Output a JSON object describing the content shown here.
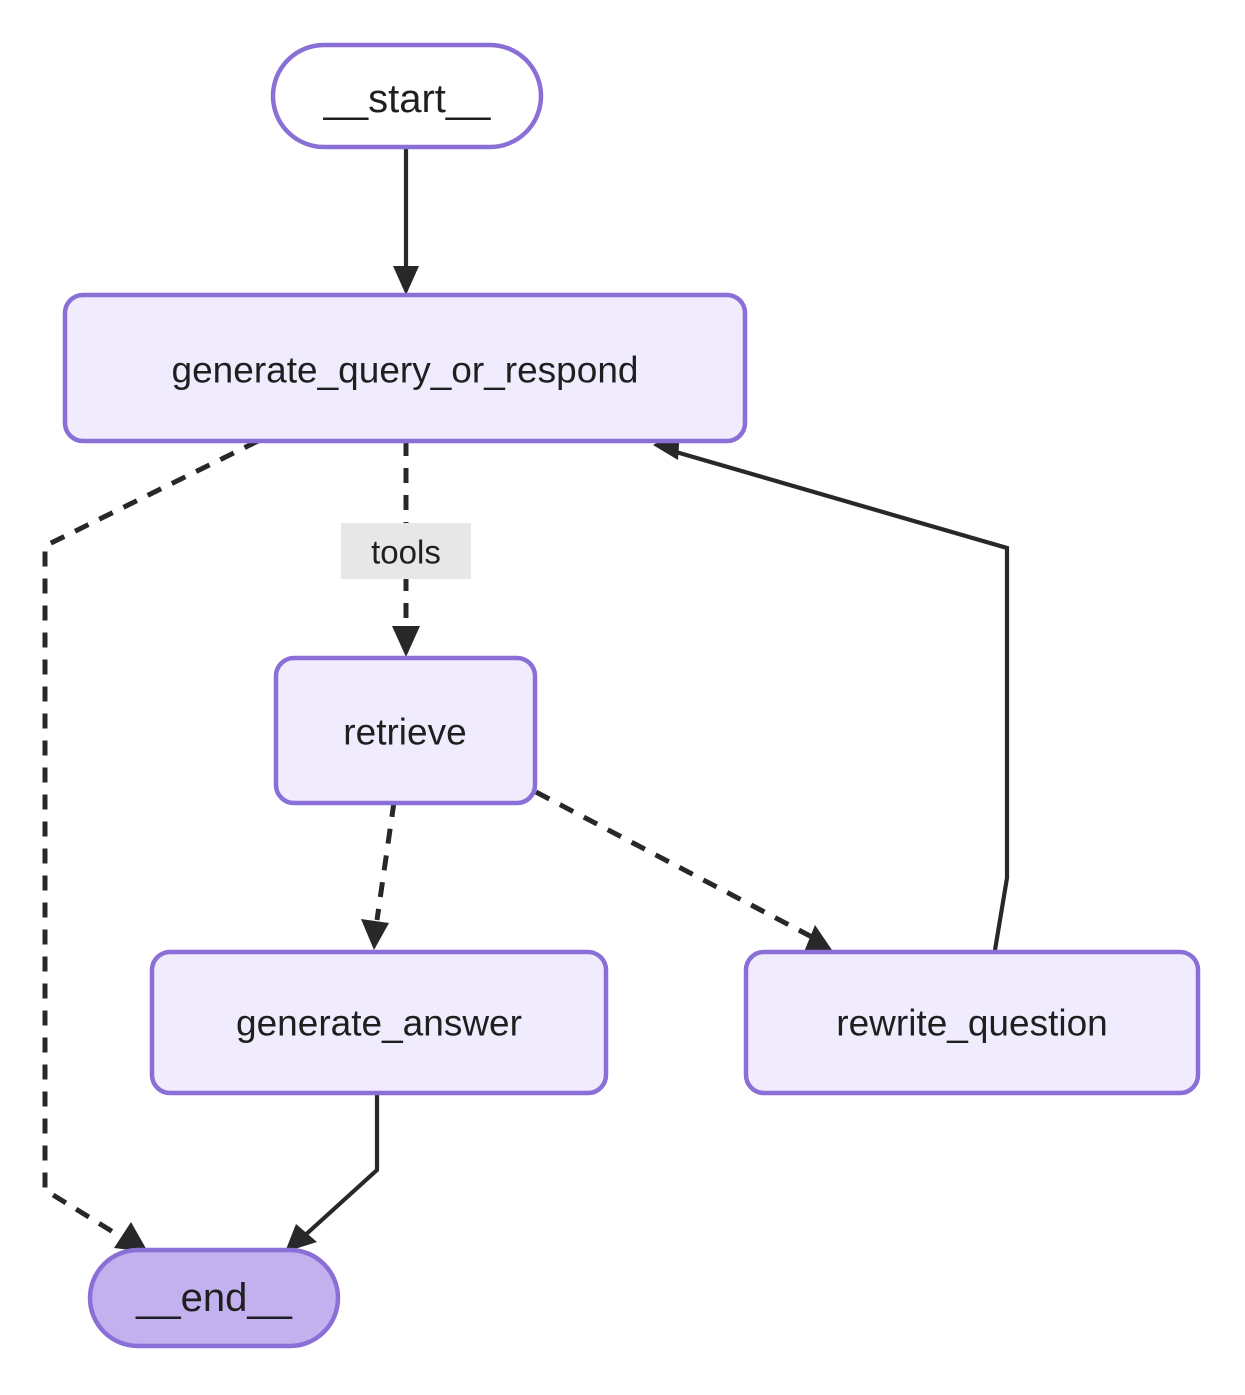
{
  "diagram": {
    "type": "flowchart",
    "title": "agentic-rag-graph",
    "background_color": "#ffffff",
    "colors": {
      "node_border": "#8a6fd6",
      "node_fill": "#f1ecfd",
      "start_fill": "#ffffff",
      "end_fill": "#c2b0ef",
      "edge_stroke": "#28282a",
      "edge_label_bg": "#e7e7e7",
      "text": "#1f1f1f"
    },
    "nodes": [
      {
        "id": "start",
        "label": "__start__",
        "shape": "stadium",
        "style": "start"
      },
      {
        "id": "gqor",
        "label": "generate_query_or_respond",
        "shape": "rounded-rect",
        "style": "process"
      },
      {
        "id": "retrieve",
        "label": "retrieve",
        "shape": "rounded-rect",
        "style": "process"
      },
      {
        "id": "ganswer",
        "label": "generate_answer",
        "shape": "rounded-rect",
        "style": "process"
      },
      {
        "id": "rewrite",
        "label": "rewrite_question",
        "shape": "rounded-rect",
        "style": "process"
      },
      {
        "id": "end",
        "label": "__end__",
        "shape": "stadium",
        "style": "end"
      }
    ],
    "edges": [
      {
        "id": "e1",
        "from": "start",
        "to": "gqor",
        "label": "",
        "style": "solid"
      },
      {
        "id": "e2",
        "from": "gqor",
        "to": "retrieve",
        "label": "tools",
        "style": "dashed"
      },
      {
        "id": "e3",
        "from": "gqor",
        "to": "end",
        "label": "",
        "style": "dashed"
      },
      {
        "id": "e4",
        "from": "retrieve",
        "to": "ganswer",
        "label": "",
        "style": "dashed"
      },
      {
        "id": "e5",
        "from": "retrieve",
        "to": "rewrite",
        "label": "",
        "style": "dashed"
      },
      {
        "id": "e6",
        "from": "ganswer",
        "to": "end",
        "label": "",
        "style": "solid"
      },
      {
        "id": "e7",
        "from": "rewrite",
        "to": "gqor",
        "label": "",
        "style": "solid"
      }
    ],
    "edge_labels": [
      {
        "id": "tools-label",
        "text": "tools"
      }
    ]
  }
}
